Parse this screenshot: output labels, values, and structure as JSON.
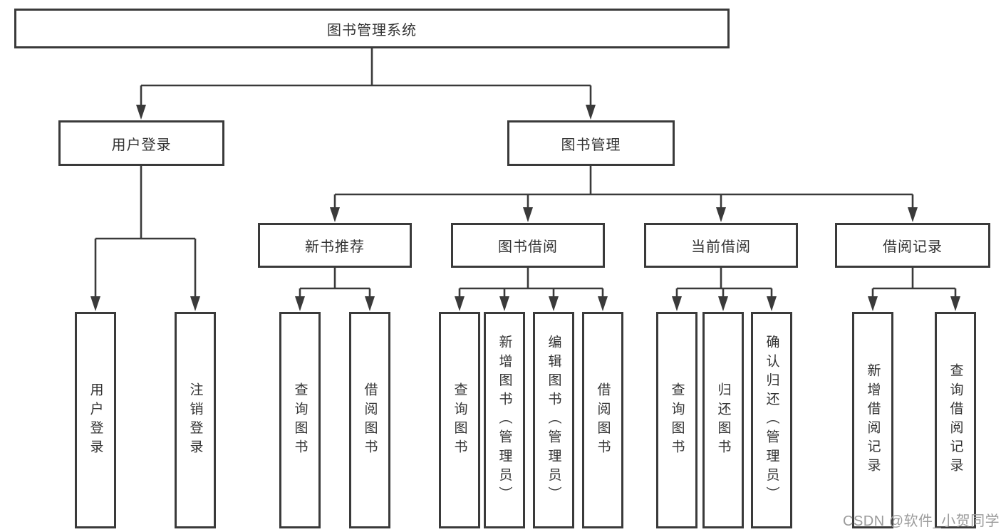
{
  "diagram_title": "图书管理系统",
  "colors": {
    "line": "#3a3a3a",
    "text": "#333333",
    "background": "#ffffff",
    "watermark_text": "#9b9b9b"
  },
  "nodes": {
    "root": "图书管理系统",
    "user_login": "用户登录",
    "book_management": "图书管理",
    "leaf_user_login": "用户登录",
    "leaf_logout": "注销登录",
    "new_book_recommend": "新书推荐",
    "book_borrow": "图书借阅",
    "current_borrow": "当前借阅",
    "borrow_records": "借阅记录",
    "nb_query_books": "查询图书",
    "nb_borrow_books": "借阅图书",
    "bb_query_books": "查询图书",
    "bb_add_books": "新增图书（管理员）",
    "bb_edit_books": "编辑图书（管理员）",
    "bb_borrow_books": "借阅图书",
    "cb_query_books": "查询图书",
    "cb_return_books": "归还图书",
    "cb_confirm_return": "确认归还（管理员）",
    "br_add_record": "新增借阅记录",
    "br_query_record": "查询借阅记录"
  },
  "watermark": "CSDN @软件_小贺同学"
}
